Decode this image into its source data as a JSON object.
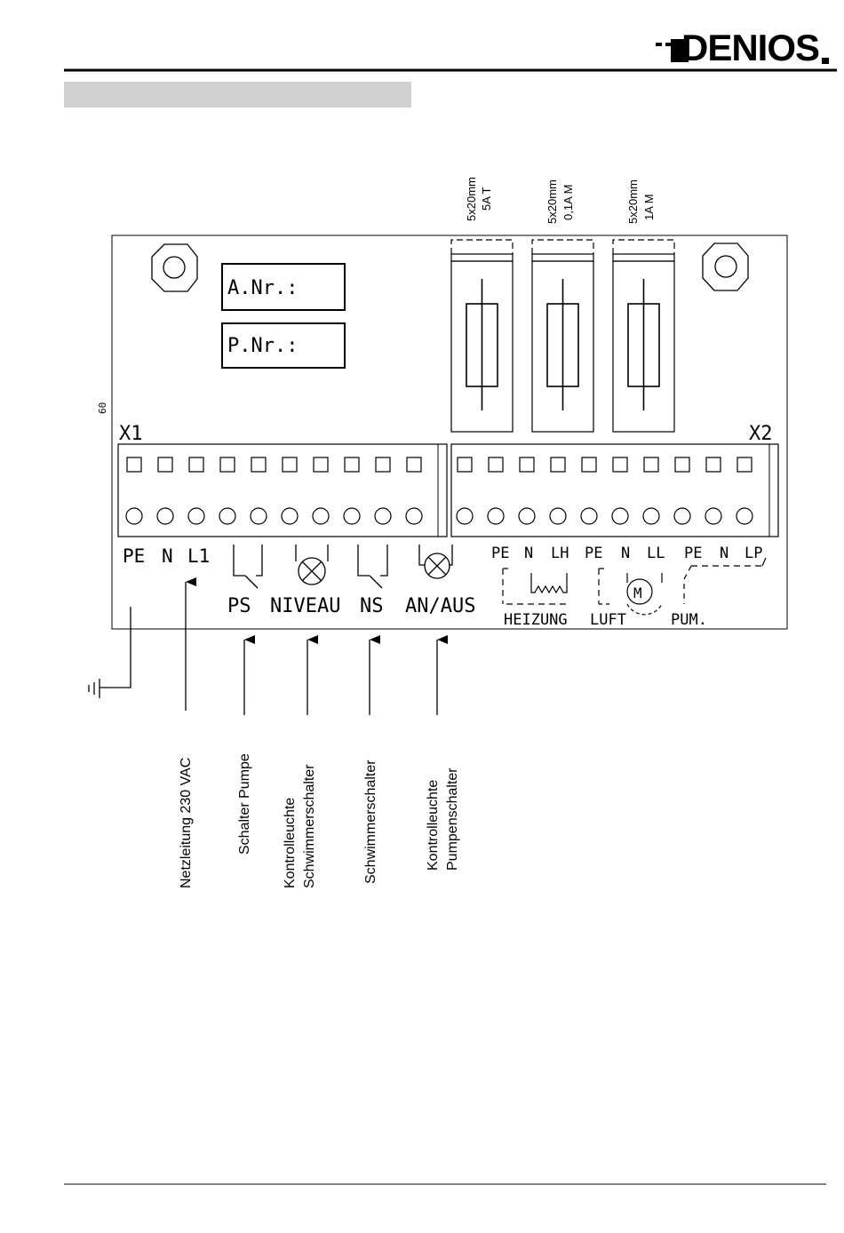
{
  "header": {
    "logo_text": "DENIOS",
    "section_bar_text": ""
  },
  "fuses": [
    {
      "size": "5x20mm",
      "rating": "5A T"
    },
    {
      "size": "5x20mm",
      "rating": "0,1A M"
    },
    {
      "size": "5x20mm",
      "rating": "1A M"
    }
  ],
  "board": {
    "side_mark": "60",
    "order_label": "A.Nr.:",
    "part_label": "P.Nr.:",
    "x1_label": "X1",
    "x2_label": "X2",
    "x1_terminal_count": 10,
    "x2_terminal_count": 10,
    "x1_labels": {
      "pe": "PE",
      "n": "N",
      "l1": "L1"
    },
    "x2_labels": [
      "PE",
      "N",
      "LH",
      "PE",
      "N",
      "LL",
      "PE",
      "N",
      "LP"
    ],
    "ps": "PS",
    "niveau": "NIVEAU",
    "ns": "NS",
    "an_aus": "AN/AUS",
    "heizung": "HEIZUNG",
    "luft": "LUFT",
    "pum": "PUM.",
    "motor_symbol": "M"
  },
  "callouts": {
    "netz": "Netzleitung 230 VAC",
    "schalter_pumpe": "Schalter Pumpe",
    "kontroll_schwimmer_1": "Kontrolleuchte",
    "kontroll_schwimmer_2": "Schwimmerschalter",
    "schwimmer": "Schwimmerschalter",
    "kontroll_pumpen_1": "Kontrolleuchte",
    "kontroll_pumpen_2": "Pumpenschalter"
  },
  "colors": {
    "line": "#000000",
    "section_bar": "#d0d0d0",
    "background": "#ffffff"
  }
}
